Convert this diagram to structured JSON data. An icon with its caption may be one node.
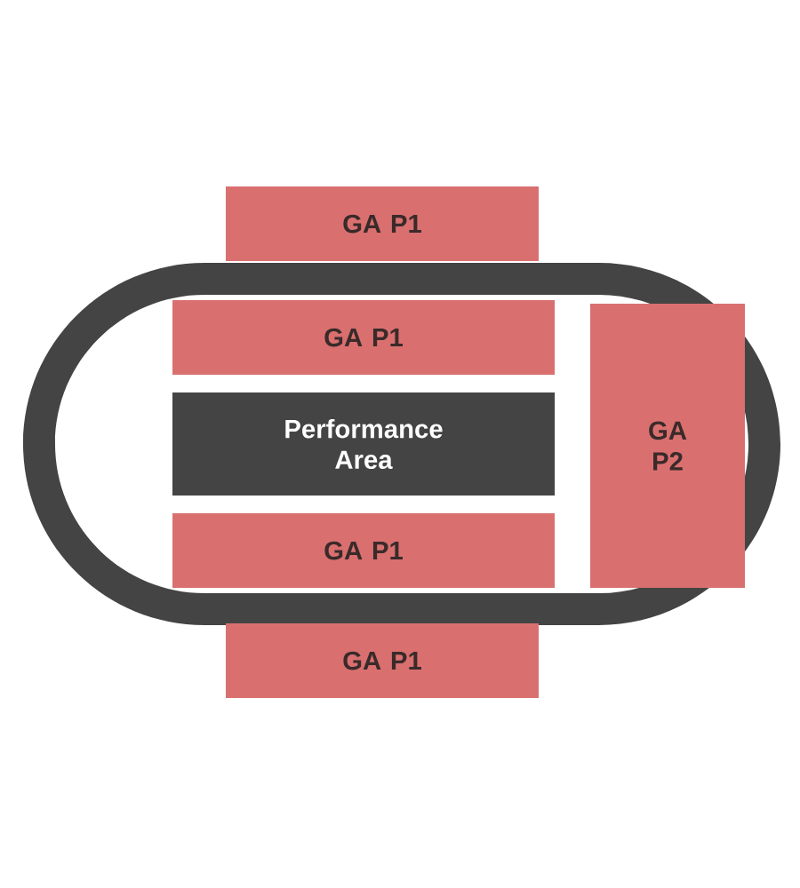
{
  "diagram": {
    "nodes": [
      {
        "text": [
          "GA P1"
        ]
      },
      {
        "text": [
          "GA P1"
        ]
      },
      {
        "text": [
          "Performance Area"
        ]
      },
      {
        "text": [
          "GA P1"
        ]
      },
      {
        "text": [
          "GA P1"
        ]
      },
      {
        "text": [
          "GA P2"
        ]
      }
    ]
  }
}
